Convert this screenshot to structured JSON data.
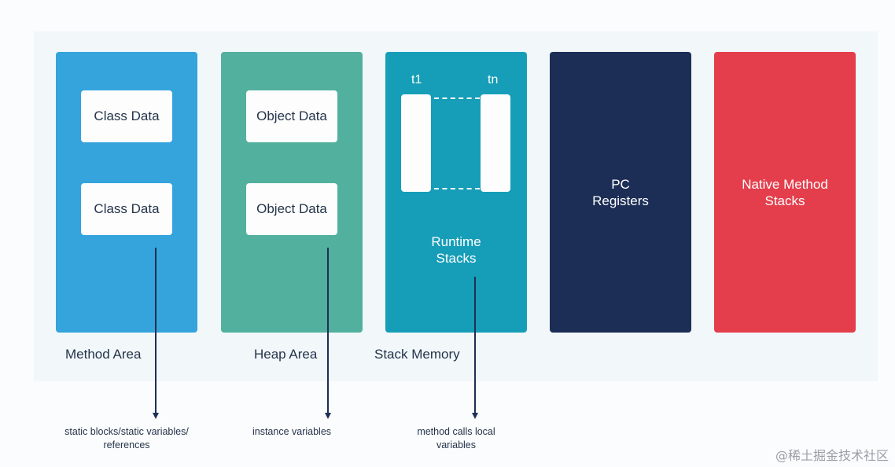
{
  "colors": {
    "method_area": "#35a3dc",
    "heap_area": "#52b19e",
    "stack_memory": "#169db8",
    "pc_registers": "#1c2e56",
    "native_method_stacks": "#e43e4c"
  },
  "method_area": {
    "inner_blocks": [
      "Class Data",
      "Class Data"
    ],
    "label": "Method Area",
    "note": "static blocks/static variables/\nreferences"
  },
  "heap_area": {
    "inner_blocks": [
      "Object Data",
      "Object Data"
    ],
    "label": "Heap Area",
    "note": "instance variables"
  },
  "stack_memory": {
    "thread_first": "t1",
    "thread_last": "tn",
    "title": "Runtime\nStacks",
    "label": "Stack Memory",
    "note": "method calls local\nvariables"
  },
  "pc_registers": {
    "title": "PC\nRegisters"
  },
  "native_method_stacks": {
    "title": "Native Method\nStacks"
  },
  "watermark": "@稀土掘金技术社区"
}
